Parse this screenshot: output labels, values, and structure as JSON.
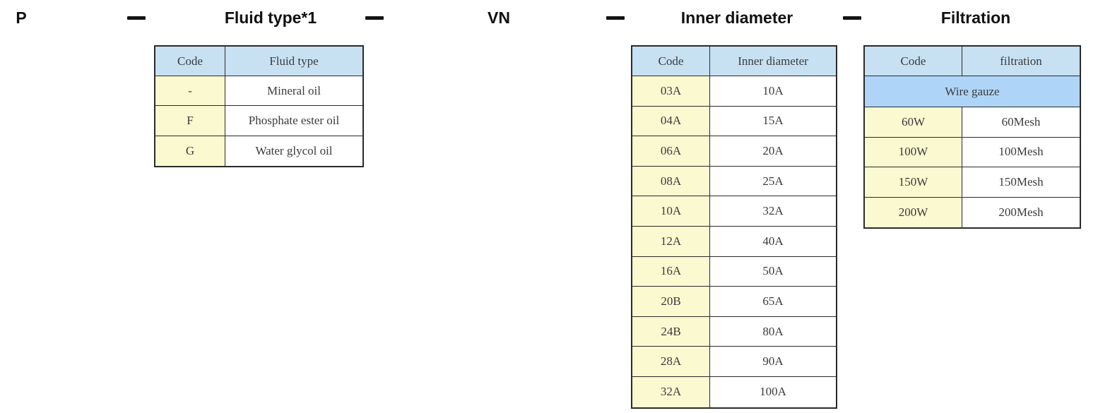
{
  "colors": {
    "table_header_blue": "#c7e1f3",
    "group_row_blue": "#aed5f7",
    "code_cell_yellow": "#fbf9d0",
    "table_border": "#2a2a2a",
    "table_text": "#3b3b3b",
    "header_text": "#111111"
  },
  "icons": {
    "dash_separator": "heavy-horizontal-bar"
  },
  "model_code_header": {
    "prefix": "P",
    "fluid_type_label": "Fluid type*1",
    "vn": "VN",
    "inner_diameter_label": "Inner diameter",
    "filtration_label": "Filtration"
  },
  "tables": {
    "fluid_type": {
      "columns": [
        "Code",
        "Fluid type"
      ],
      "rows": [
        {
          "code": "-",
          "value": "Mineral oil"
        },
        {
          "code": "F",
          "value": "Phosphate ester oil"
        },
        {
          "code": "G",
          "value": "Water glycol oil"
        }
      ]
    },
    "inner_diameter": {
      "columns": [
        "Code",
        "Inner diameter"
      ],
      "rows": [
        {
          "code": "03A",
          "value": "10A"
        },
        {
          "code": "04A",
          "value": "15A"
        },
        {
          "code": "06A",
          "value": "20A"
        },
        {
          "code": "08A",
          "value": "25A"
        },
        {
          "code": "10A",
          "value": "32A"
        },
        {
          "code": "12A",
          "value": "40A"
        },
        {
          "code": "16A",
          "value": "50A"
        },
        {
          "code": "20B",
          "value": "65A"
        },
        {
          "code": "24B",
          "value": "80A"
        },
        {
          "code": "28A",
          "value": "90A"
        },
        {
          "code": "32A",
          "value": "100A"
        }
      ]
    },
    "filtration": {
      "columns": [
        "Code",
        "filtration"
      ],
      "group_row": "Wire gauze",
      "rows": [
        {
          "code": "60W",
          "value": "60Mesh"
        },
        {
          "code": "100W",
          "value": "100Mesh"
        },
        {
          "code": "150W",
          "value": "150Mesh"
        },
        {
          "code": "200W",
          "value": "200Mesh"
        }
      ]
    }
  }
}
